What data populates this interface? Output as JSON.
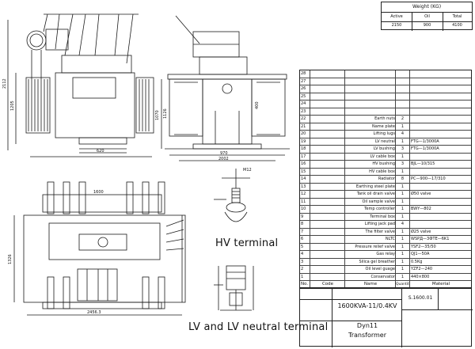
{
  "weight_table": {
    "title": "Weight (KG)",
    "headers": [
      "Active",
      "Oil",
      "Total"
    ],
    "values": [
      "2150",
      "900",
      "4100"
    ]
  },
  "parts_list": {
    "headers": {
      "no": "No.",
      "code": "Code",
      "name": "Name",
      "qty": "Quantity",
      "material": "Material"
    },
    "rows": [
      {
        "no": "28",
        "name": "",
        "qty": "",
        "material": ""
      },
      {
        "no": "27",
        "name": "",
        "qty": "",
        "material": ""
      },
      {
        "no": "26",
        "name": "",
        "qty": "",
        "material": ""
      },
      {
        "no": "25",
        "name": "",
        "qty": "",
        "material": ""
      },
      {
        "no": "24",
        "name": "",
        "qty": "",
        "material": ""
      },
      {
        "no": "23",
        "name": "",
        "qty": "",
        "material": ""
      },
      {
        "no": "22",
        "name": "Earth nuts",
        "qty": "2",
        "material": ""
      },
      {
        "no": "21",
        "name": "Name plate",
        "qty": "1",
        "material": ""
      },
      {
        "no": "20",
        "name": "Lifting lugs",
        "qty": "4",
        "material": ""
      },
      {
        "no": "19",
        "name": "LV neutral",
        "qty": "1",
        "material": "FTG—1/3000A"
      },
      {
        "no": "18",
        "name": "LV bushing",
        "qty": "3",
        "material": "FTG—1/3000A"
      },
      {
        "no": "17",
        "name": "LV cable box",
        "qty": "1",
        "material": ""
      },
      {
        "no": "16",
        "name": "HV bushing",
        "qty": "3",
        "material": "BJL—10/315"
      },
      {
        "no": "15",
        "name": "HV cable box",
        "qty": "1",
        "material": ""
      },
      {
        "no": "14",
        "name": "Radiator",
        "qty": "8",
        "material": "PC—900—17/310"
      },
      {
        "no": "13",
        "name": "Earthing steel plate",
        "qty": "1",
        "material": ""
      },
      {
        "no": "12",
        "name": "Tank oil drain valve",
        "qty": "1",
        "material": "Ø50 valve"
      },
      {
        "no": "11",
        "name": "Oil sample valve",
        "qty": "1",
        "material": ""
      },
      {
        "no": "10",
        "name": "Temp controller",
        "qty": "1",
        "material": "BWY—802"
      },
      {
        "no": "9",
        "name": "Terminal box",
        "qty": "1",
        "material": ""
      },
      {
        "no": "8",
        "name": "Lifting jack pad",
        "qty": "4",
        "material": ""
      },
      {
        "no": "7",
        "name": "The filter valve",
        "qty": "1",
        "material": "Ø25 valve"
      },
      {
        "no": "6",
        "name": "NLTC",
        "qty": "1",
        "material": "WSPД—3ФТЕ—6K1"
      },
      {
        "no": "5",
        "name": "Pressure relief valve",
        "qty": "1",
        "material": "YSF2—35/50"
      },
      {
        "no": "4",
        "name": "Gas relay",
        "qty": "1",
        "material": "QJ1—50A"
      },
      {
        "no": "3",
        "name": "Silica gel breather",
        "qty": "1",
        "material": "0.5Kg"
      },
      {
        "no": "2",
        "name": "Oil level guage",
        "qty": "1",
        "material": "YZF2—240"
      },
      {
        "no": "1",
        "name": "Conservator",
        "qty": "1",
        "material": "440×800"
      }
    ]
  },
  "title_block": {
    "product": "1600KVA-11/0.4KV",
    "drawing_no": "S.1600.01",
    "connection": "Dyn11",
    "type": "Transformer"
  },
  "captions": {
    "hv_terminal": "HV terminal",
    "lv_terminal": "LV and LV neutral terminal"
  },
  "dimensions": {
    "height_total": "2112",
    "height_mid": "1205",
    "width_front": "620",
    "width_side": "970",
    "length_side": "2002",
    "plan_top": "1600",
    "plan_length": "2456.3",
    "plan_width": "1326",
    "hv_thread": "M12",
    "depth": "1070",
    "lv_dim": "400",
    "lv_depth": "1126"
  }
}
